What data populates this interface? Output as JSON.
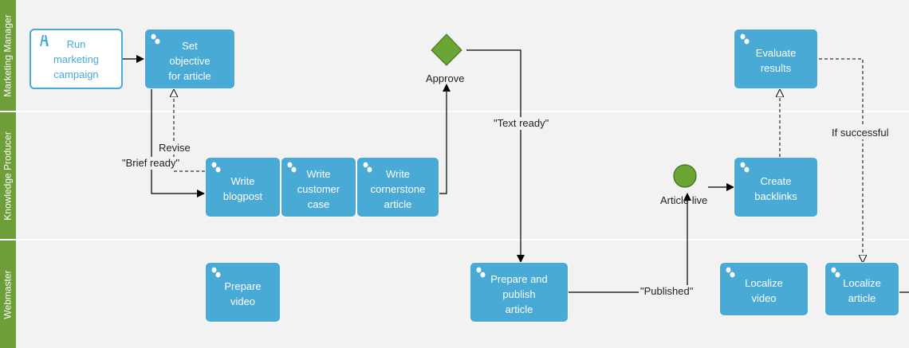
{
  "lanes": [
    {
      "id": "marketing-manager",
      "label": "Marketing Manager"
    },
    {
      "id": "knowledge-producer",
      "label": "Knowledge Producer"
    },
    {
      "id": "webmaster",
      "label": "Webmaster"
    }
  ],
  "nodes": {
    "run_campaign": {
      "label": "Run\nmarketing\ncampaign",
      "type": "start-subprocess",
      "icon": "signpost-icon"
    },
    "set_objective": {
      "label": "Set\nobjective\nfor article",
      "type": "task",
      "icon": "feet-icon"
    },
    "approve": {
      "label": "Approve",
      "type": "gateway",
      "color": "#6aa534"
    },
    "evaluate": {
      "label": "Evaluate\nresults",
      "type": "task",
      "icon": "feet-icon"
    },
    "write_blogpost": {
      "label": "Write\nblogpost",
      "type": "task",
      "icon": "feet-icon"
    },
    "write_customer_case": {
      "label": "Write\ncustomer\ncase",
      "type": "task",
      "icon": "feet-icon"
    },
    "write_cornerstone": {
      "label": "Write\ncornerstone\narticle",
      "type": "task",
      "icon": "feet-icon"
    },
    "article_live": {
      "label": "Article live",
      "type": "event",
      "color": "#6aa534"
    },
    "create_backlinks": {
      "label": "Create\nbacklinks",
      "type": "task",
      "icon": "feet-icon"
    },
    "prepare_video": {
      "label": "Prepare\nvideo",
      "type": "task",
      "icon": "feet-icon"
    },
    "prepare_publish": {
      "label": "Prepare and\npublish\narticle",
      "type": "task",
      "icon": "feet-icon"
    },
    "localize_video": {
      "label": "Localize\nvideo",
      "type": "task",
      "icon": "feet-icon"
    },
    "localize_article": {
      "label": "Localize\narticle",
      "type": "task",
      "icon": "feet-icon"
    }
  },
  "edge_labels": {
    "revise": "Revise",
    "brief_ready": "\"Brief ready\"",
    "text_ready": "\"Text ready\"",
    "published": "\"Published\"",
    "if_successful": "If successful"
  },
  "colors": {
    "lane_header": "#6e9e3a",
    "task_fill": "#4aaad6",
    "lane_bg": "#f2f2f2",
    "event_fill": "#6aa534"
  }
}
